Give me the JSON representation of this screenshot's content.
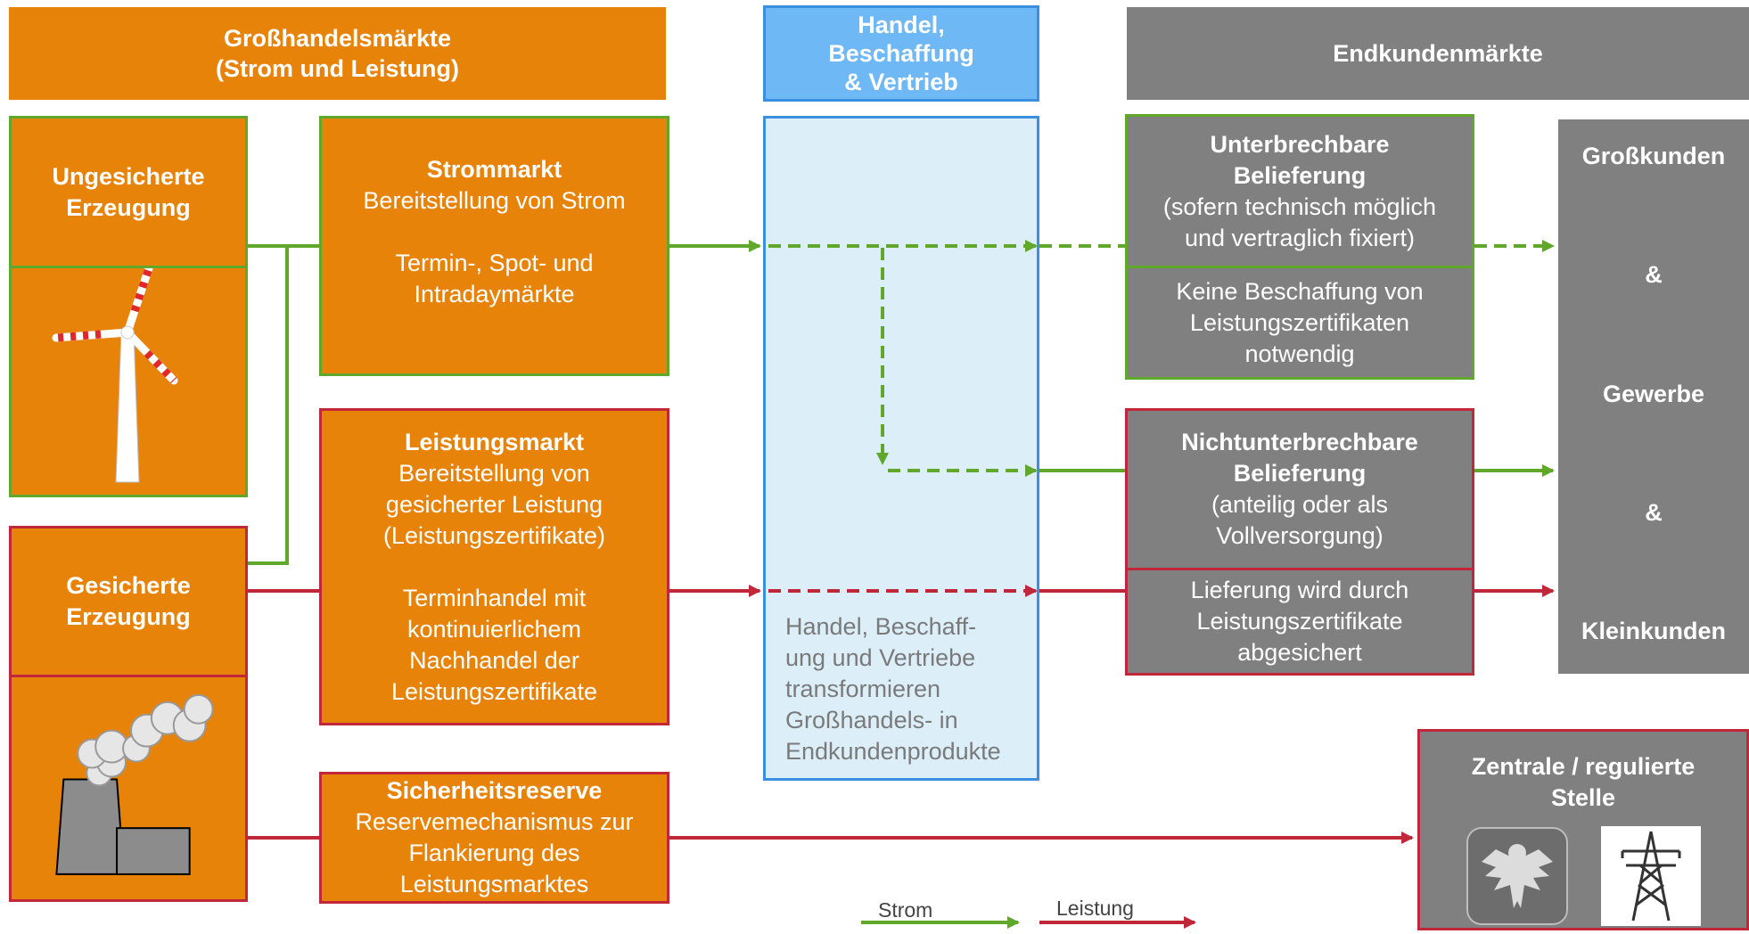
{
  "headers": {
    "wholesale": [
      "Großhandelsmärkte",
      "(Strom und Leistung)"
    ],
    "trade": [
      "Handel,",
      "Beschaffung",
      "& Vertrieb"
    ],
    "retail": "Endkundenmärkte"
  },
  "generation": {
    "unsecured": [
      "Ungesicherte",
      "Erzeugung"
    ],
    "unsecured_icon": "wind-turbine-icon",
    "secured": [
      "Gesicherte",
      "Erzeugung"
    ],
    "secured_icon": "power-plant-icon"
  },
  "markets": {
    "power": {
      "title": "Strommarkt",
      "line1": "Bereitstellung von Strom",
      "line2": "Termin-, Spot- und",
      "line3": "Intradaymärkte"
    },
    "capacity": {
      "title": "Leistungsmarkt",
      "lines": [
        "Bereitstellung von",
        "gesicherter Leistung",
        "(Leistungszertifikate)"
      ],
      "lines2": [
        "Terminhandel mit",
        "kontinuierlichem",
        "Nachhandel der",
        "Leistungszertifikate"
      ]
    },
    "reserve": {
      "title": "Sicherheitsreserve",
      "lines": [
        "Reservemechanismus zur",
        "Flankierung des",
        "Leistungsmarktes"
      ]
    }
  },
  "trade_box": {
    "lines": [
      "Handel, Beschaff-",
      "ung und Vertriebe",
      "transformieren",
      "Großhandels- in",
      "Endkundenprodukte"
    ]
  },
  "supply": {
    "interruptible": {
      "title": [
        "Unterbrechbare",
        "Belieferung"
      ],
      "lines": [
        "(sofern technisch möglich",
        "und vertraglich fixiert)"
      ],
      "note": [
        "Keine Beschaffung von",
        "Leistungszertifikaten",
        "notwendig"
      ]
    },
    "uninterruptible": {
      "title": [
        "Nichtunterbrechbare",
        "Belieferung"
      ],
      "lines": [
        "(anteilig oder als",
        "Vollversorgung)"
      ],
      "note": [
        "Lieferung wird durch",
        "Leistungszertifikate",
        "abgesichert"
      ]
    }
  },
  "customers": [
    "Großkunden",
    "&",
    "Gewerbe",
    "&",
    "Kleinkunden"
  ],
  "authority": {
    "title": [
      "Zentrale / regulierte",
      "Stelle"
    ],
    "icons": [
      "federal-eagle-icon",
      "transmission-tower-icon"
    ]
  },
  "legend": {
    "power": "Strom",
    "capacity": "Leistung"
  },
  "colors": {
    "orange": "#E8830A",
    "gray": "#808080",
    "green": "#5FA82B",
    "red": "#C0283A",
    "blue_header": "#6EB8F5",
    "blue_box": "#DCEFF9"
  }
}
